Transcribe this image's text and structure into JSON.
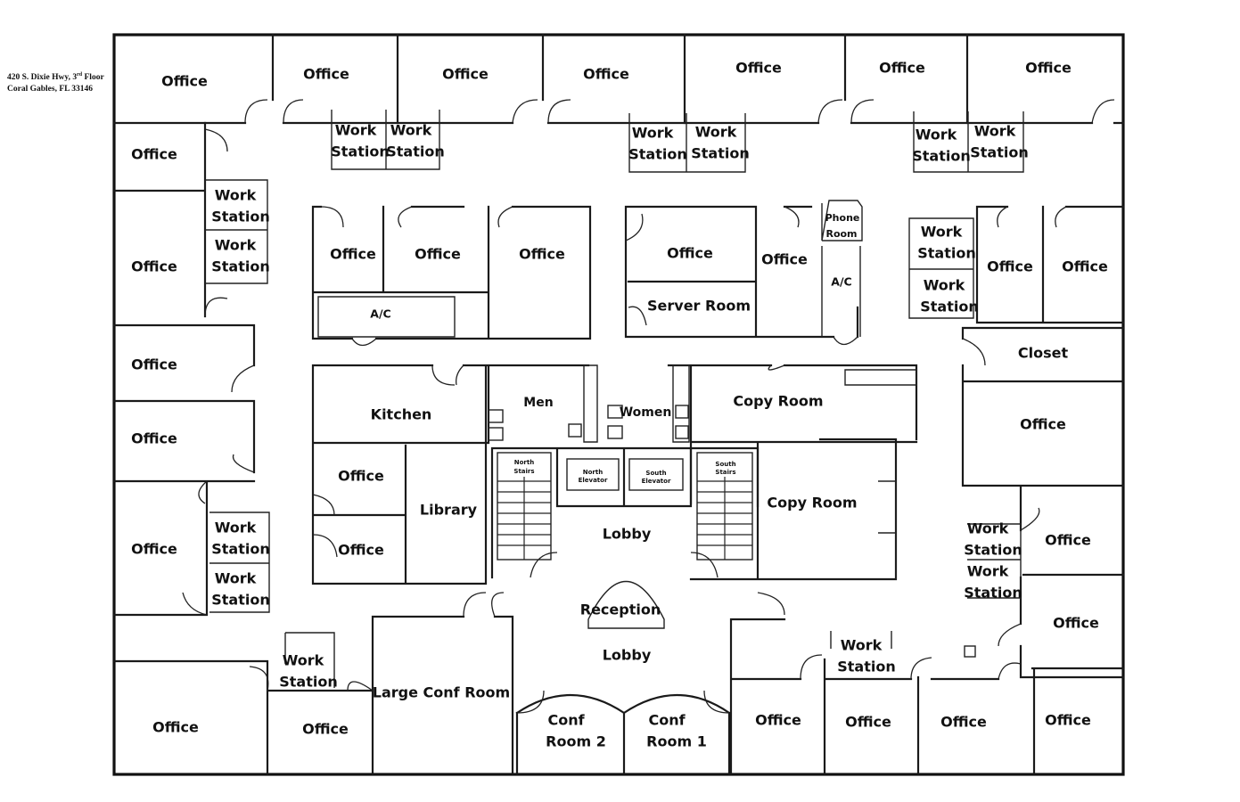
{
  "address": {
    "line1_prefix": "420 S. Dixie Hwy, 3",
    "line1_sup": "rd",
    "line1_suffix": " Floor",
    "line2": "Coral Gables, FL 33146"
  },
  "rooms": {
    "office_top_1": "Office",
    "office_top_2": "Office",
    "office_top_3": "Office",
    "office_top_4": "Office",
    "office_top_5": "Office",
    "office_top_6": "Office",
    "office_top_7": "Office",
    "office_left_1": "Office",
    "office_left_2": "Office",
    "office_left_3": "Office",
    "office_left_4": "Office",
    "office_left_5": "Office",
    "office_bottom_left": "Office",
    "office_bottom_2": "Office",
    "office_core_1": "Office",
    "office_core_2": "Office",
    "office_core_3": "Office",
    "office_core_4": "Office",
    "office_core_5": "Office",
    "office_kitchen_1": "Office",
    "office_kitchen_2": "Office",
    "office_right_1": "Office",
    "office_right_2": "Office",
    "office_right_3": "Office",
    "office_right_4": "Office",
    "office_right_5": "Office",
    "office_bottom_3": "Office",
    "office_bottom_4": "Office",
    "office_bottom_5": "Office",
    "office_bottom_6": "Office",
    "work": "Work",
    "station": "Station",
    "ac_1": "A/C",
    "ac_2": "A/C",
    "server_room": "Server Room",
    "phone": "Phone",
    "room": "Room",
    "closet": "Closet",
    "kitchen": "Kitchen",
    "men": "Men",
    "women": "Women",
    "copy_room_1": "Copy Room",
    "copy_room_2": "Copy Room",
    "library": "Library",
    "north": "North",
    "south": "South",
    "stairs": "Stairs",
    "elevator": "Elevator",
    "lobby_1": "Lobby",
    "lobby_2": "Lobby",
    "reception": "Reception",
    "large_conf_room": "Large Conf Room",
    "conf": "Conf",
    "room_2": "Room 2",
    "room_1": "Room 1"
  }
}
